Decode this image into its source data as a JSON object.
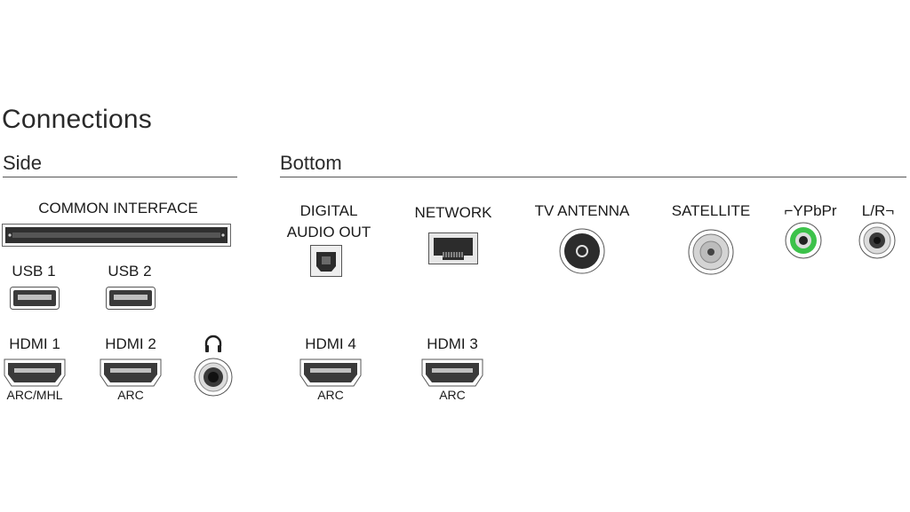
{
  "title": "Connections",
  "sections": {
    "side": "Side",
    "bottom": "Bottom"
  },
  "side": {
    "common_interface": "COMMON INTERFACE",
    "usb1": "USB 1",
    "usb2": "USB 2",
    "hdmi1": "HDMI 1",
    "hdmi1_sub": "ARC/MHL",
    "hdmi2": "HDMI 2",
    "hdmi2_sub": "ARC"
  },
  "bottom": {
    "digital_audio_line1": "DIGITAL",
    "digital_audio_line2": "AUDIO OUT",
    "network": "NETWORK",
    "tv_antenna": "TV ANTENNA",
    "satellite": "SATELLITE",
    "ypbpr": "⌐YPbPr",
    "lr": "L/R¬",
    "hdmi4": "HDMI 4",
    "hdmi4_sub": "ARC",
    "hdmi3": "HDMI 3",
    "hdmi3_sub": "ARC"
  },
  "icons": {
    "common_interface_slot": "ci-slot-icon",
    "usb": "usb-port-icon",
    "hdmi": "hdmi-port-icon",
    "headphone": "headphone-icon",
    "headphone_jack": "headphone-jack-icon",
    "optical": "optical-audio-port-icon",
    "network": "ethernet-port-icon",
    "antenna": "antenna-port-icon",
    "satellite": "satellite-port-icon",
    "ypbpr": "component-video-jack-icon",
    "audio_lr": "audio-lr-jack-icon"
  },
  "colors": {
    "ypbpr_accent": "#3cc24a"
  }
}
